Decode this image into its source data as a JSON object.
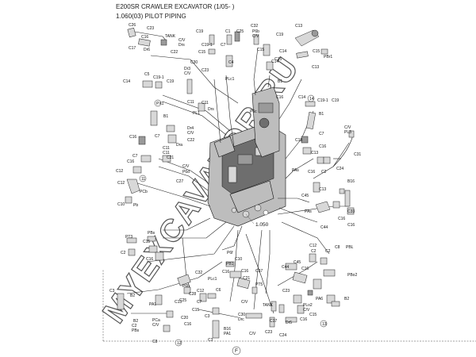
{
  "header": {
    "title": "E200SR CRAWLER EXCAVATOR (1/05- )",
    "subtitle": "1.060(03) PILOT PIPING"
  },
  "watermark": "MYEXCAVATOR.RU",
  "main_ref": "1.050",
  "bottom_ref": "F",
  "labels": [
    {
      "id": "c26",
      "text": "C26"
    },
    {
      "id": "c23a",
      "text": "C23"
    },
    {
      "id": "tank1",
      "text": "TANK"
    },
    {
      "id": "c16a",
      "text": "C16"
    },
    {
      "id": "cv1",
      "text": "C/V"
    },
    {
      "id": "drs1",
      "text": "Drs"
    },
    {
      "id": "c17a",
      "text": "C17"
    },
    {
      "id": "dr6",
      "text": "Dr6"
    },
    {
      "id": "c22a",
      "text": "C22"
    },
    {
      "id": "c19a",
      "text": "C19"
    },
    {
      "id": "c1a",
      "text": "C1"
    },
    {
      "id": "c25a",
      "text": "C25"
    },
    {
      "id": "c32a",
      "text": "C32"
    },
    {
      "id": "p6b",
      "text": "P6b"
    },
    {
      "id": "cv2",
      "text": "C/V"
    },
    {
      "id": "c19_1a",
      "text": "C19-1"
    },
    {
      "id": "c15a",
      "text": "C15"
    },
    {
      "id": "c7a",
      "text": "C7"
    },
    {
      "id": "c4a",
      "text": "C4"
    },
    {
      "id": "c19b",
      "text": "C19"
    },
    {
      "id": "c15b",
      "text": "C15"
    },
    {
      "id": "c14a",
      "text": "C14"
    },
    {
      "id": "c13a",
      "text": "C13"
    },
    {
      "id": "c14b",
      "text": "C14"
    },
    {
      "id": "c15c",
      "text": "C15"
    },
    {
      "id": "c15d",
      "text": "C15"
    },
    {
      "id": "pb1",
      "text": "PBr1"
    },
    {
      "id": "c13b",
      "text": "C13"
    },
    {
      "id": "c30a",
      "text": "C30"
    },
    {
      "id": "dr3",
      "text": "Dr3"
    },
    {
      "id": "cva",
      "text": "C/V"
    },
    {
      "id": "c23b",
      "text": "C23"
    },
    {
      "id": "plc1",
      "text": "PLc1"
    },
    {
      "id": "c5a",
      "text": "C5"
    },
    {
      "id": "c19_1b",
      "text": "C19-1"
    },
    {
      "id": "c19c",
      "text": "C19"
    },
    {
      "id": "c14c",
      "text": "C14"
    },
    {
      "id": "c11a",
      "text": "C11"
    },
    {
      "id": "pl1",
      "text": "PL1"
    },
    {
      "id": "c11b",
      "text": "C11"
    },
    {
      "id": "drs2",
      "text": "Drs"
    },
    {
      "id": "b1a",
      "text": "B1"
    },
    {
      "id": "c16b",
      "text": "C16"
    },
    {
      "id": "p6c",
      "text": "P6c"
    },
    {
      "id": "c14d",
      "text": "C14"
    },
    {
      "id": "c19_1c",
      "text": "C19-1"
    },
    {
      "id": "c19d",
      "text": "C19"
    },
    {
      "id": "b1b",
      "text": "B1"
    },
    {
      "id": "b1c",
      "text": "B1"
    },
    {
      "id": "c16c",
      "text": "C16"
    },
    {
      "id": "c7b",
      "text": "C7"
    },
    {
      "id": "dr4",
      "text": "Dr4"
    },
    {
      "id": "cv3",
      "text": "C/V"
    },
    {
      "id": "c22b",
      "text": "C22"
    },
    {
      "id": "c7c",
      "text": "C7"
    },
    {
      "id": "c18a",
      "text": "C18"
    },
    {
      "id": "c16d",
      "text": "C16"
    },
    {
      "id": "c11c",
      "text": "C11"
    },
    {
      "id": "c11d",
      "text": "C11"
    },
    {
      "id": "dra",
      "text": "Dra"
    },
    {
      "id": "c7d",
      "text": "C7"
    },
    {
      "id": "c16e",
      "text": "C16"
    },
    {
      "id": "c21a",
      "text": "C21"
    },
    {
      "id": "cv4",
      "text": "C/V"
    },
    {
      "id": "p6d",
      "text": "P6d"
    },
    {
      "id": "c12a",
      "text": "C12"
    },
    {
      "id": "c12b",
      "text": "C12"
    },
    {
      "id": "pcb",
      "text": "PCb"
    },
    {
      "id": "c10a",
      "text": "C10"
    },
    {
      "id": "pb",
      "text": "Pb"
    },
    {
      "id": "c27a",
      "text": "C27"
    },
    {
      "id": "c13c",
      "text": "C13"
    },
    {
      "id": "c16f",
      "text": "C16"
    },
    {
      "id": "c2a",
      "text": "C2"
    },
    {
      "id": "cv5",
      "text": "C/V"
    },
    {
      "id": "pl3",
      "text": "PL3"
    },
    {
      "id": "c31a",
      "text": "C31"
    },
    {
      "id": "c24a",
      "text": "C24"
    },
    {
      "id": "pas",
      "text": "PAs"
    },
    {
      "id": "b16a",
      "text": "B16"
    },
    {
      "id": "c13d",
      "text": "C13"
    },
    {
      "id": "c45a",
      "text": "C45"
    },
    {
      "id": "pas2",
      "text": "PAs"
    },
    {
      "id": "c16g",
      "text": "C16"
    },
    {
      "id": "c33a",
      "text": "C33"
    },
    {
      "id": "c44a",
      "text": "C44"
    },
    {
      "id": "c16h",
      "text": "C16"
    },
    {
      "id": "pt3",
      "text": "PT3"
    },
    {
      "id": "c2b",
      "text": "C2"
    },
    {
      "id": "pbs",
      "text": "PBs"
    },
    {
      "id": "c15e",
      "text": "C15"
    },
    {
      "id": "c16i",
      "text": "C16"
    },
    {
      "id": "p6f",
      "text": "P6f"
    },
    {
      "id": "c10b",
      "text": "C10"
    },
    {
      "id": "pb1b",
      "text": "PB1"
    },
    {
      "id": "c16j",
      "text": "C16"
    },
    {
      "id": "c16k",
      "text": "C16"
    },
    {
      "id": "c21b",
      "text": "C21"
    },
    {
      "id": "c37a",
      "text": "C37"
    },
    {
      "id": "pt5",
      "text": "PT5"
    },
    {
      "id": "c44b",
      "text": "C44"
    },
    {
      "id": "c12c",
      "text": "C12"
    },
    {
      "id": "c2c",
      "text": "C2"
    },
    {
      "id": "c2d",
      "text": "C2"
    },
    {
      "id": "c8a",
      "text": "C8"
    },
    {
      "id": "pbl",
      "text": "PBL"
    },
    {
      "id": "c45b",
      "text": "C45"
    },
    {
      "id": "c16l",
      "text": "C16"
    },
    {
      "id": "pbo2",
      "text": "PBo2"
    },
    {
      "id": "c32b",
      "text": "C32"
    },
    {
      "id": "plc1b",
      "text": "PLc1"
    },
    {
      "id": "c12d",
      "text": "C12"
    },
    {
      "id": "c6a",
      "text": "C6"
    },
    {
      "id": "p6b2",
      "text": "P6b"
    },
    {
      "id": "c28a",
      "text": "C28"
    },
    {
      "id": "c7e",
      "text": "C7"
    },
    {
      "id": "c25b",
      "text": "C25"
    },
    {
      "id": "c15f",
      "text": "C15"
    },
    {
      "id": "c20a",
      "text": "C20"
    },
    {
      "id": "c16m",
      "text": "C16"
    },
    {
      "id": "c8b",
      "text": "C8"
    },
    {
      "id": "b2a",
      "text": "B2"
    },
    {
      "id": "pa1",
      "text": "PA1"
    },
    {
      "id": "pca",
      "text": "PCa"
    },
    {
      "id": "c2e",
      "text": "C2"
    },
    {
      "id": "pbs2",
      "text": "PBs"
    },
    {
      "id": "cv6",
      "text": "C/V"
    },
    {
      "id": "c3a",
      "text": "C3"
    },
    {
      "id": "c3b",
      "text": "C3"
    },
    {
      "id": "b16b",
      "text": "B16"
    },
    {
      "id": "pa1b",
      "text": "PA1"
    },
    {
      "id": "cv7",
      "text": "C/V"
    },
    {
      "id": "c30b",
      "text": "C30"
    },
    {
      "id": "drc",
      "text": "Drc"
    },
    {
      "id": "cv8",
      "text": "C/V"
    },
    {
      "id": "c23c",
      "text": "C23"
    },
    {
      "id": "tank2",
      "text": "TANK"
    },
    {
      "id": "dr5",
      "text": "Dr5"
    },
    {
      "id": "c17b",
      "text": "C17"
    },
    {
      "id": "c16n",
      "text": "C16"
    },
    {
      "id": "c24b",
      "text": "C24"
    },
    {
      "id": "c23d",
      "text": "C23"
    },
    {
      "id": "plo2",
      "text": "PLo2"
    },
    {
      "id": "cv9",
      "text": "C/V"
    },
    {
      "id": "pa6",
      "text": "PA6"
    },
    {
      "id": "c15g",
      "text": "C15"
    },
    {
      "id": "b2b",
      "text": "B2"
    },
    {
      "id": "c13e",
      "text": "C13"
    },
    {
      "id": "b2c",
      "text": "B2"
    },
    {
      "id": "c3c",
      "text": "C3"
    },
    {
      "id": "px1",
      "text": "PX1"
    },
    {
      "id": "ref11",
      "text": "11"
    },
    {
      "id": "ref12",
      "text": "12"
    },
    {
      "id": "ref13",
      "text": "13"
    },
    {
      "id": "ref14",
      "text": "14"
    },
    {
      "id": "ref15",
      "text": "15"
    }
  ]
}
